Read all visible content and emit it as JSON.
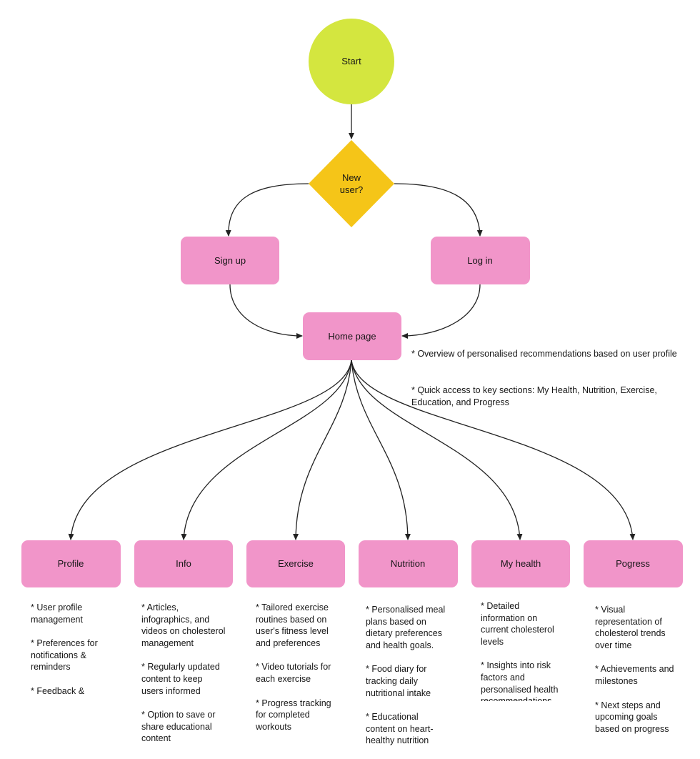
{
  "colors": {
    "start": "#d4e63f",
    "decision": "#f5c518",
    "box": "#f195c9",
    "box_border": "#e07cb6",
    "line": "#222222"
  },
  "start": "Start",
  "decision": {
    "line1": "New",
    "line2": "user?"
  },
  "signup": "Sign up",
  "login": "Log in",
  "home": "Home page",
  "home_notes": [
    "* Overview of personalised recommendations based on user profile",
    "* Quick access to key sections: My Health, Nutrition, Exercise,",
    "Education, and Progress"
  ],
  "sections": [
    {
      "label": "Profile",
      "notes": [
        [
          "* User profile",
          "management"
        ],
        [
          "* Preferences for",
          "notifications &",
          "reminders"
        ],
        [
          "* Feedback &"
        ]
      ]
    },
    {
      "label": "Info",
      "notes": [
        [
          "* Articles,",
          "infographics, and",
          "videos on cholesterol",
          "management"
        ],
        [
          "* Regularly updated",
          "content to keep",
          "users informed"
        ],
        [
          "* Option to save or",
          "share educational",
          "content"
        ]
      ]
    },
    {
      "label": "Exercise",
      "notes": [
        [
          "* Tailored exercise",
          "routines based on",
          "user's fitness level",
          "and preferences"
        ],
        [
          "* Video tutorials for",
          "each exercise"
        ],
        [
          "* Progress tracking",
          "for completed",
          "workouts"
        ]
      ]
    },
    {
      "label": "Nutrition",
      "notes": [
        [
          "* Personalised meal",
          "plans based on",
          "dietary preferences",
          "and health goals."
        ],
        [
          "* Food diary for",
          "tracking daily",
          "nutritional intake"
        ],
        [
          "* Educational",
          "content on heart-",
          "healthy nutrition"
        ]
      ]
    },
    {
      "label": "My health",
      "notes": [
        [
          "* Detailed",
          "information on",
          "current cholesterol",
          "levels"
        ],
        [
          "* Insights into risk",
          "factors and",
          "personalised health",
          "recommendations"
        ]
      ]
    },
    {
      "label": "Pogress",
      "notes": [
        [
          "* Visual",
          "representation of",
          "cholesterol trends",
          "over time"
        ],
        [
          "* Achievements and",
          "milestones"
        ],
        [
          "* Next steps and",
          "upcoming goals",
          "based on progress"
        ]
      ]
    }
  ]
}
